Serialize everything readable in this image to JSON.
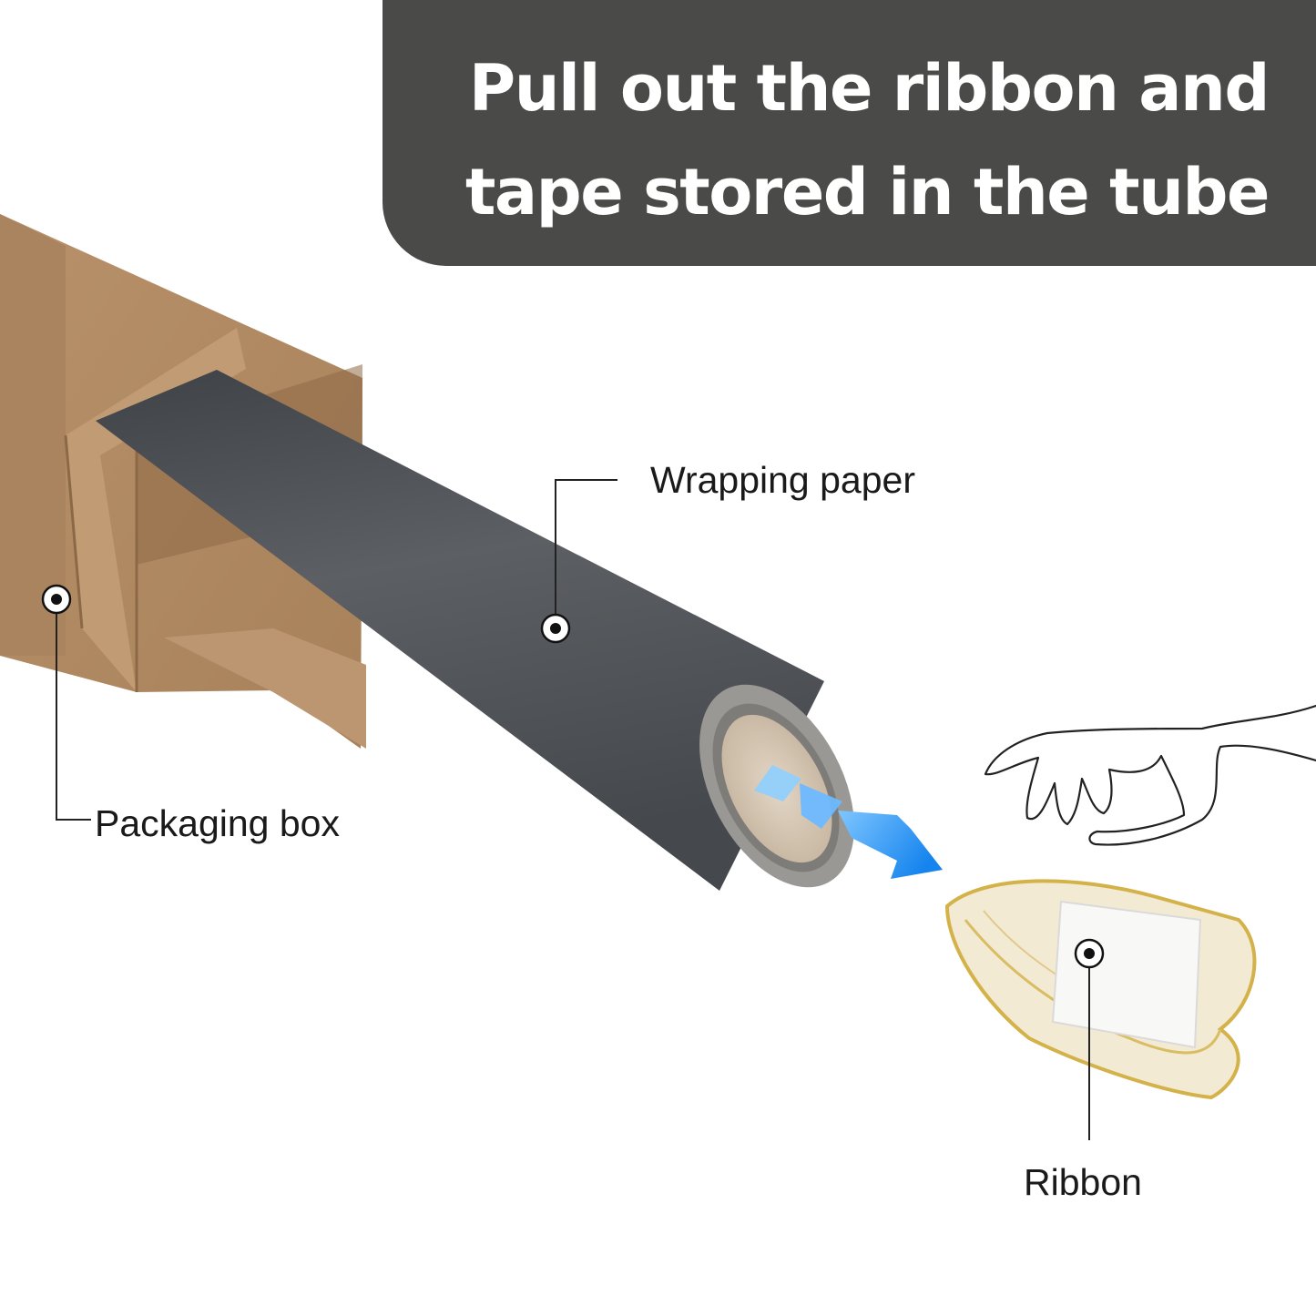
{
  "headline": {
    "line1": "Pull out the ribbon and",
    "line2": "tape stored in the tube"
  },
  "callouts": {
    "wrapping_paper": "Wrapping paper",
    "packaging_box": "Packaging box",
    "ribbon": "Ribbon"
  },
  "colors": {
    "banner": "#4a4a48",
    "cardboard": "#b58d64",
    "paper_roll": "#54575b",
    "arrow": "#1e8ff0",
    "ribbon": "#f4ecd6",
    "ribbon_trim": "#d8b648"
  },
  "icons": {
    "arrow": "right-arrow-icon",
    "hand": "hand-icon",
    "marker": "target-dot-icon"
  }
}
